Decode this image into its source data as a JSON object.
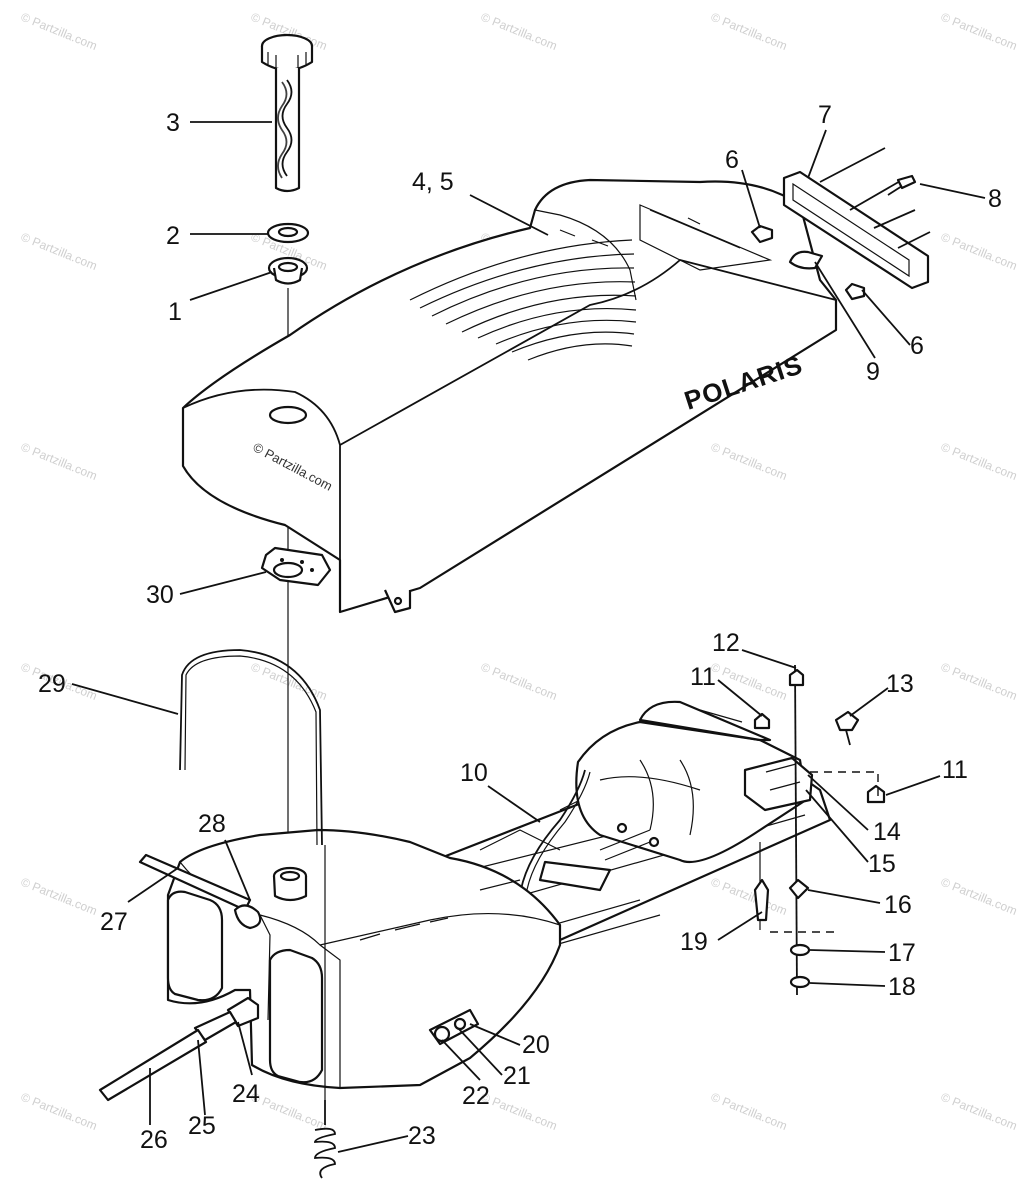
{
  "watermark": "© Partzilla.com",
  "seat_caption": "© Partzilla.com",
  "brand_label": "POLARIS",
  "callouts": [
    {
      "id": "c1",
      "text": "1"
    },
    {
      "id": "c2",
      "text": "2"
    },
    {
      "id": "c3",
      "text": "3"
    },
    {
      "id": "c4",
      "text": "4, 5"
    },
    {
      "id": "c6a",
      "text": "6"
    },
    {
      "id": "c6b",
      "text": "6"
    },
    {
      "id": "c7",
      "text": "7"
    },
    {
      "id": "c8",
      "text": "8"
    },
    {
      "id": "c9",
      "text": "9"
    },
    {
      "id": "c10",
      "text": "10"
    },
    {
      "id": "c11a",
      "text": "11"
    },
    {
      "id": "c11b",
      "text": "11"
    },
    {
      "id": "c12",
      "text": "12"
    },
    {
      "id": "c13",
      "text": "13"
    },
    {
      "id": "c14",
      "text": "14"
    },
    {
      "id": "c15",
      "text": "15"
    },
    {
      "id": "c16",
      "text": "16"
    },
    {
      "id": "c17",
      "text": "17"
    },
    {
      "id": "c18",
      "text": "18"
    },
    {
      "id": "c19",
      "text": "19"
    },
    {
      "id": "c20",
      "text": "20"
    },
    {
      "id": "c21",
      "text": "21"
    },
    {
      "id": "c22",
      "text": "22"
    },
    {
      "id": "c23",
      "text": "23"
    },
    {
      "id": "c24",
      "text": "24"
    },
    {
      "id": "c25",
      "text": "25"
    },
    {
      "id": "c26",
      "text": "26"
    },
    {
      "id": "c27",
      "text": "27"
    },
    {
      "id": "c28",
      "text": "28"
    },
    {
      "id": "c29",
      "text": "29"
    },
    {
      "id": "c30",
      "text": "30"
    }
  ]
}
